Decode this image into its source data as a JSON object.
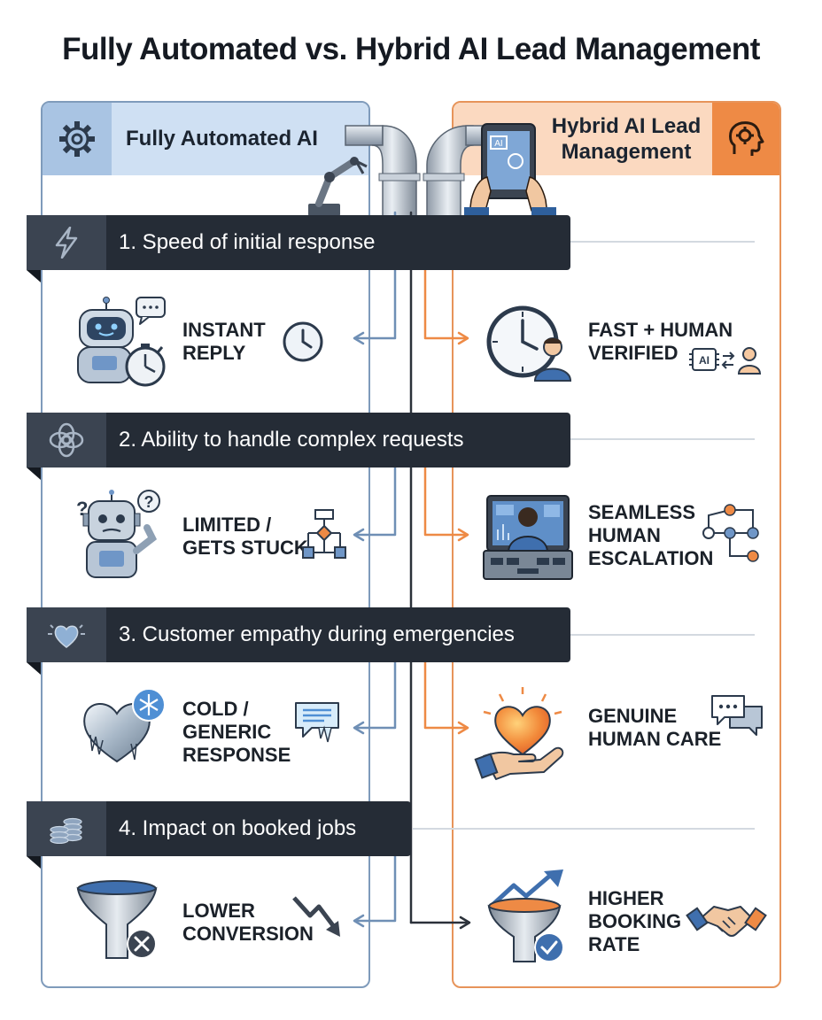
{
  "title": "Fully Automated vs. Hybrid AI Lead Management",
  "columns": {
    "left": {
      "label": "Fully Automated AI",
      "icon": "gear-icon",
      "accent": "#7f9bbb"
    },
    "right": {
      "label_line1": "Hybrid AI Lead",
      "label_line2": "Management",
      "icon": "head-gear-icon",
      "accent": "#ee8a45"
    }
  },
  "tablet_label": "AI",
  "rows": [
    {
      "label": "1. Speed of initial response",
      "icon": "lightning-icon",
      "left": {
        "line1": "INSTANT",
        "line2": "REPLY",
        "line3": "",
        "icons": [
          "robot-icon",
          "stopwatch-icon",
          "clock-icon"
        ]
      },
      "right": {
        "line1": "FAST + HUMAN",
        "line2": "VERIFIED",
        "line3": "",
        "badge": "AI",
        "icons": [
          "clock-person-icon",
          "ai-chip-icon",
          "person-icon"
        ]
      }
    },
    {
      "label": "2. Ability to handle complex requests",
      "icon": "knot-icon",
      "left": {
        "line1": "LIMITED /",
        "line2": "GETS STUCK",
        "line3": "",
        "icons": [
          "confused-robot-icon",
          "flowchart-icon"
        ]
      },
      "right": {
        "line1": "SEAMLESS",
        "line2": "HUMAN",
        "line3": "ESCALATION",
        "icons": [
          "operator-desk-icon",
          "network-icon"
        ]
      }
    },
    {
      "label": "3. Customer empathy during emergencies",
      "icon": "heart-icon",
      "left": {
        "line1": "COLD /",
        "line2": "GENERIC",
        "line3": "RESPONSE",
        "icons": [
          "frozen-heart-icon",
          "frozen-chat-icon"
        ]
      },
      "right": {
        "line1": "GENUINE",
        "line2": "HUMAN CARE",
        "line3": "",
        "icons": [
          "heart-hand-icon",
          "chat-bubbles-icon"
        ]
      }
    },
    {
      "label": "4. Impact on booked jobs",
      "icon": "coins-icon",
      "left": {
        "line1": "LOWER",
        "line2": "CONVERSION",
        "line3": "",
        "icons": [
          "funnel-x-icon",
          "trend-down-icon"
        ]
      },
      "right": {
        "line1": "HIGHER",
        "line2": "BOOKING",
        "line3": "RATE",
        "icons": [
          "funnel-check-icon",
          "handshake-icon"
        ]
      }
    }
  ],
  "colors": {
    "left_accent": "#7f9bbb",
    "right_accent": "#ee8a45",
    "band": "#252c36"
  }
}
